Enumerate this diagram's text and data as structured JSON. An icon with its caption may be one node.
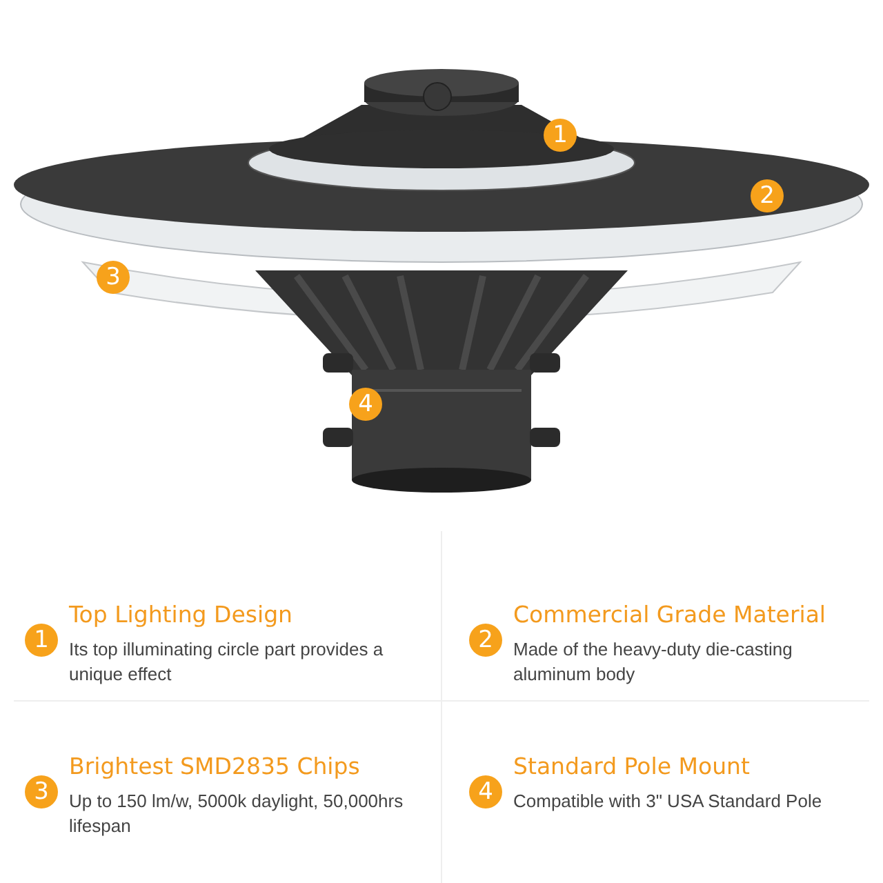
{
  "diagram": {
    "nodes": [
      {
        "text": [
          "1"
        ]
      },
      {
        "text": [
          "2"
        ]
      },
      {
        "text": [
          "3"
        ]
      },
      {
        "text": [
          "4"
        ]
      },
      {
        "text": [
          "Top Lighting Design",
          "Its top illuminating circle part provides a unique effect"
        ]
      },
      {
        "text": [
          "1"
        ],
        "in": 4
      },
      {
        "text": [
          "Commercial Grade Material",
          "Made of the heavy-duty die-casting aluminum body"
        ]
      },
      {
        "text": [
          "2"
        ],
        "in": 6
      },
      {
        "text": [
          "Brightest SMD2835 Chips",
          "Up to 150 lm/w, 5000k daylight, 50,000hrs lifespan"
        ]
      },
      {
        "text": [
          "3"
        ],
        "in": 8
      },
      {
        "text": [
          "Standard Pole Mount",
          "Compatible with 3\" USA Standard Pole"
        ]
      },
      {
        "text": [
          "4"
        ],
        "in": 10
      }
    ]
  }
}
